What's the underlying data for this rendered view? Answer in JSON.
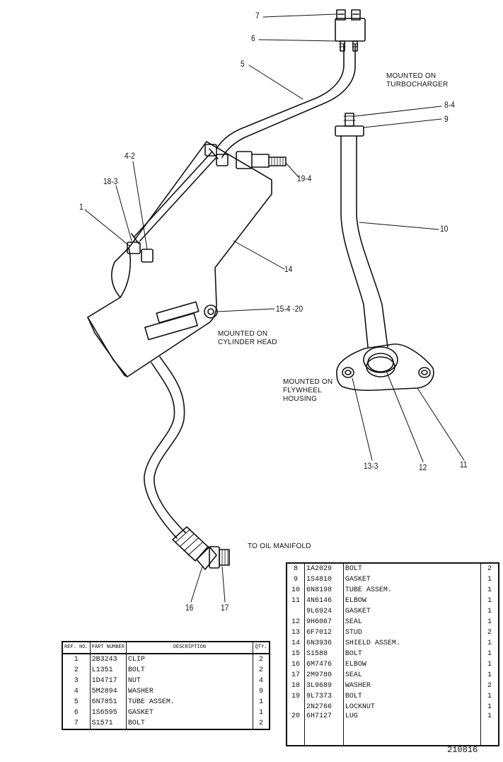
{
  "callouts": {
    "c7": "7",
    "c6": "6",
    "c5": "5",
    "c8_4": "8-4",
    "c9": "9",
    "c4_2": "4-2",
    "c18_3": "18-3",
    "c1": "1",
    "c19_4": "19-4",
    "c10": "10",
    "c14": "14",
    "c15_4_20": "15-4 -20",
    "c13_3": "13-3",
    "c12": "12",
    "c11": "11",
    "c16": "16",
    "c17": "17"
  },
  "notes": {
    "turbocharger": "MOUNTED ON\nTURBOCHARGER",
    "cylinder_head": "MOUNTED ON\nCYLINDER HEAD",
    "flywheel_housing": "MOUNTED ON\nFLYWHEEL\nHOUSING",
    "oil_manifold": "TO OIL MANIFOLD"
  },
  "table_left": {
    "headers": {
      "ref": "REF. NO.",
      "part": "PART NUMBER",
      "desc": "DESCRIPTION",
      "qty": "QTY."
    },
    "rows": [
      {
        "ref": "1",
        "part": "2B3243",
        "desc": "CLIP",
        "qty": "2"
      },
      {
        "ref": "2",
        "part": "L1351",
        "desc": "BOLT",
        "qty": "2"
      },
      {
        "ref": "3",
        "part": "1D4717",
        "desc": "NUT",
        "qty": "4"
      },
      {
        "ref": "4",
        "part": "5M2894",
        "desc": "WASHER",
        "qty": "9"
      },
      {
        "ref": "5",
        "part": "6N7851",
        "desc": "TUBE ASSEM.",
        "qty": "1"
      },
      {
        "ref": "6",
        "part": "1S6595",
        "desc": "GASKET",
        "qty": "1"
      },
      {
        "ref": "7",
        "part": "S1571",
        "desc": "BOLT",
        "qty": "2"
      }
    ]
  },
  "table_right": {
    "rows": [
      {
        "ref": "8",
        "part": "1A2029",
        "desc": "BOLT",
        "qty": "2"
      },
      {
        "ref": "9",
        "part": "1S4810",
        "desc": "GASKET",
        "qty": "1"
      },
      {
        "ref": "10",
        "part": "6N8198",
        "desc": "TUBE ASSEM.",
        "qty": "1"
      },
      {
        "ref": "11",
        "part": "4N6146",
        "desc": "ELBOW",
        "qty": "1"
      },
      {
        "ref": "",
        "part": "9L6924",
        "desc": "GASKET",
        "qty": "1"
      },
      {
        "ref": "12",
        "part": "9H6067",
        "desc": "SEAL",
        "qty": "1"
      },
      {
        "ref": "13",
        "part": "6F7012",
        "desc": "STUD",
        "qty": "2"
      },
      {
        "ref": "14",
        "part": "6N3936",
        "desc": "SHIELD ASSEM.",
        "qty": "1"
      },
      {
        "ref": "15",
        "part": "S1588",
        "desc": "BOLT",
        "qty": "1"
      },
      {
        "ref": "16",
        "part": "6M7476",
        "desc": "ELBOW",
        "qty": "1"
      },
      {
        "ref": "17",
        "part": "2M9780",
        "desc": "SEAL",
        "qty": "1"
      },
      {
        "ref": "18",
        "part": "3L9689",
        "desc": "WASHER",
        "qty": "2"
      },
      {
        "ref": "19",
        "part": "9L7373",
        "desc": "BOLT",
        "qty": "1"
      },
      {
        "ref": "",
        "part": "2N2766",
        "desc": "LOCKNUT",
        "qty": "1"
      },
      {
        "ref": "20",
        "part": "6H7127",
        "desc": "LUG",
        "qty": "1"
      }
    ]
  },
  "drawing_number": "210816"
}
